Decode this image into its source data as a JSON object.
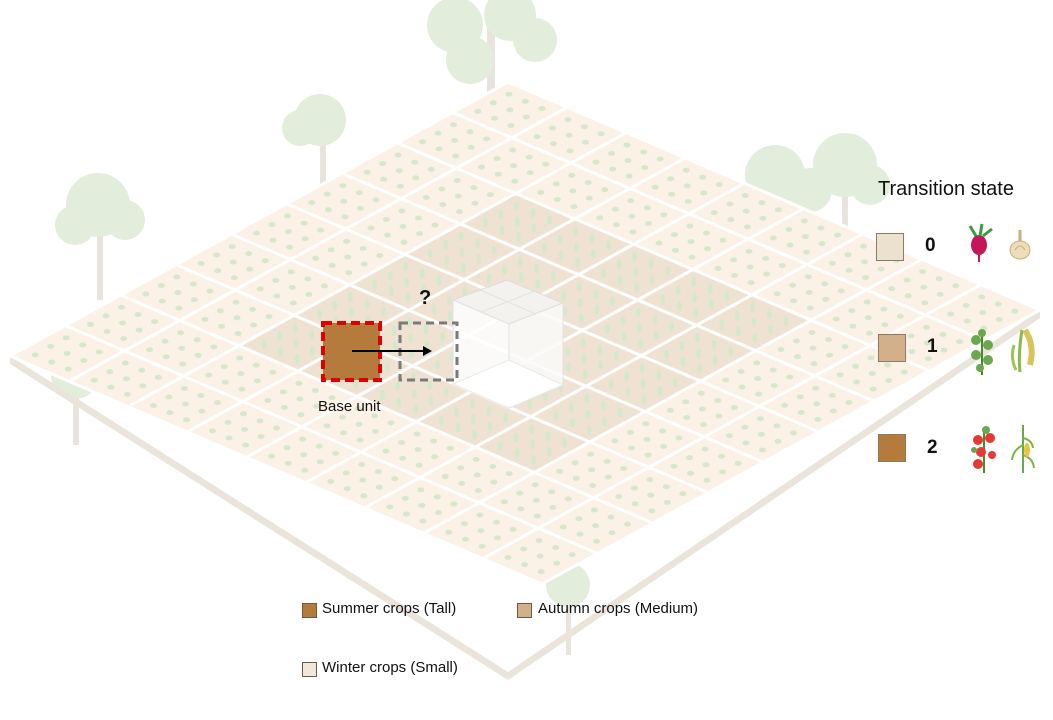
{
  "diagram": {
    "question_mark": "?",
    "base_unit_label": "Base unit",
    "legend": {
      "title": "Transition state",
      "states": [
        {
          "value": "0",
          "color": "#ece0cf",
          "icons": [
            "beetroot-icon",
            "garlic-icon"
          ]
        },
        {
          "value": "1",
          "color": "#d4b08a",
          "icons": [
            "bean-plant-icon",
            "wheat-icon"
          ]
        },
        {
          "value": "2",
          "color": "#b47b3c",
          "icons": [
            "tomato-plant-icon",
            "corn-plant-icon"
          ]
        }
      ]
    },
    "crop_key": [
      {
        "label": "Summer crops (Tall)",
        "color": "#b47b3c"
      },
      {
        "label": "Autumn crops (Medium)",
        "color": "#d4b08a"
      },
      {
        "label": "Winter crops (Small)",
        "color": "#f3e7dc"
      }
    ],
    "colors": {
      "field_light": "#fbf1e6",
      "field_dark": "#efe2d2",
      "plant": "#d6e8cc",
      "tree": "#dfecd8",
      "base_unit": "#b47b3c",
      "base_unit_border": "#e00000",
      "target_border": "#7a7a7a"
    }
  }
}
